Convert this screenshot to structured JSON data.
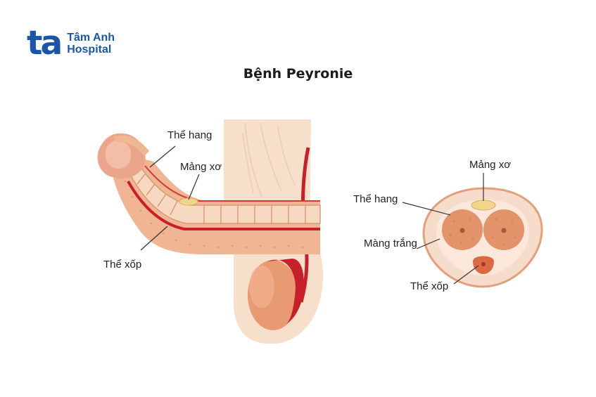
{
  "brand": {
    "mark": "ta",
    "line1": "Tâm Anh",
    "line2": "Hospital"
  },
  "title": "Bệnh Peyronie",
  "side_view": {
    "label_the_hang": "Thể hang",
    "label_mang_xo": "Mảng xơ",
    "label_the_xop": "Thể xốp"
  },
  "cross_section": {
    "label_mang_xo": "Mảng xơ",
    "label_the_hang": "Thể hang",
    "label_mang_trang": "Màng trắng",
    "label_the_xop": "Thể xốp"
  },
  "colors": {
    "brand": "#1a56a8",
    "skin": "#f5dcc6",
    "shaft": "#f0b592",
    "glans": "#eaa58a",
    "vessel": "#c8202a",
    "plaque": "#f2d48a",
    "tissue": "#e2936a"
  }
}
